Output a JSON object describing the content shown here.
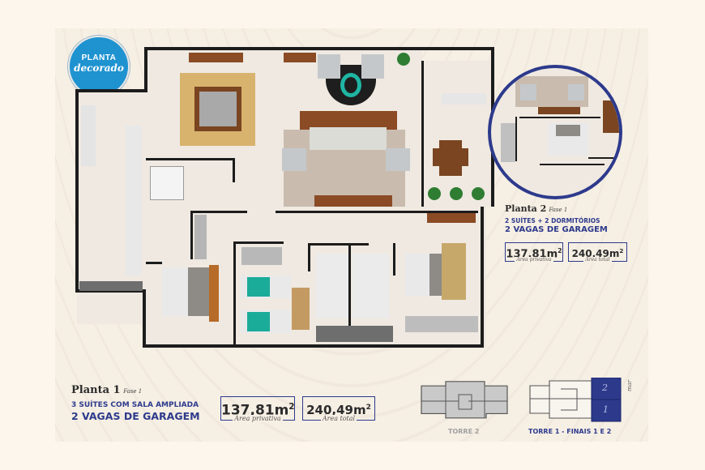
{
  "badge": {
    "line1": "PLANTA",
    "line2": "decorado"
  },
  "plan1": {
    "title": "Planta 1",
    "phase": "Fase 1",
    "description": "3 SUÍTES COM SALA AMPLIADA",
    "parking": "2 VAGAS DE GARAGEM",
    "private_area": {
      "value": "137,81m",
      "unit_sup": "2",
      "caption": "Área privativa"
    },
    "total_area": {
      "value": "240,49m",
      "unit_sup": "2",
      "caption": "Área total"
    }
  },
  "plan2": {
    "title": "Planta 2",
    "phase": "Fase 1",
    "description": "2 SUÍTES + 2 DORMITÓRIOS",
    "parking": "2 VAGAS DE GARAGEM",
    "private_area": {
      "value": "137,81m",
      "unit_sup": "2",
      "caption": "Área privativa"
    },
    "total_area": {
      "value": "240,49m",
      "unit_sup": "2",
      "caption": "Área total"
    }
  },
  "towers": [
    {
      "label": "TORRE 2",
      "color": "#a0a0a0"
    },
    {
      "label": "TORRE 1 - FINAIS 1 E 2",
      "color": "#2d3a8c",
      "units": [
        "2",
        "1"
      ],
      "side_label": "mar"
    }
  ],
  "colors": {
    "accent_blue": "#2d3a8c",
    "badge_blue": "#1f93d0",
    "background": "#f6efe4"
  }
}
